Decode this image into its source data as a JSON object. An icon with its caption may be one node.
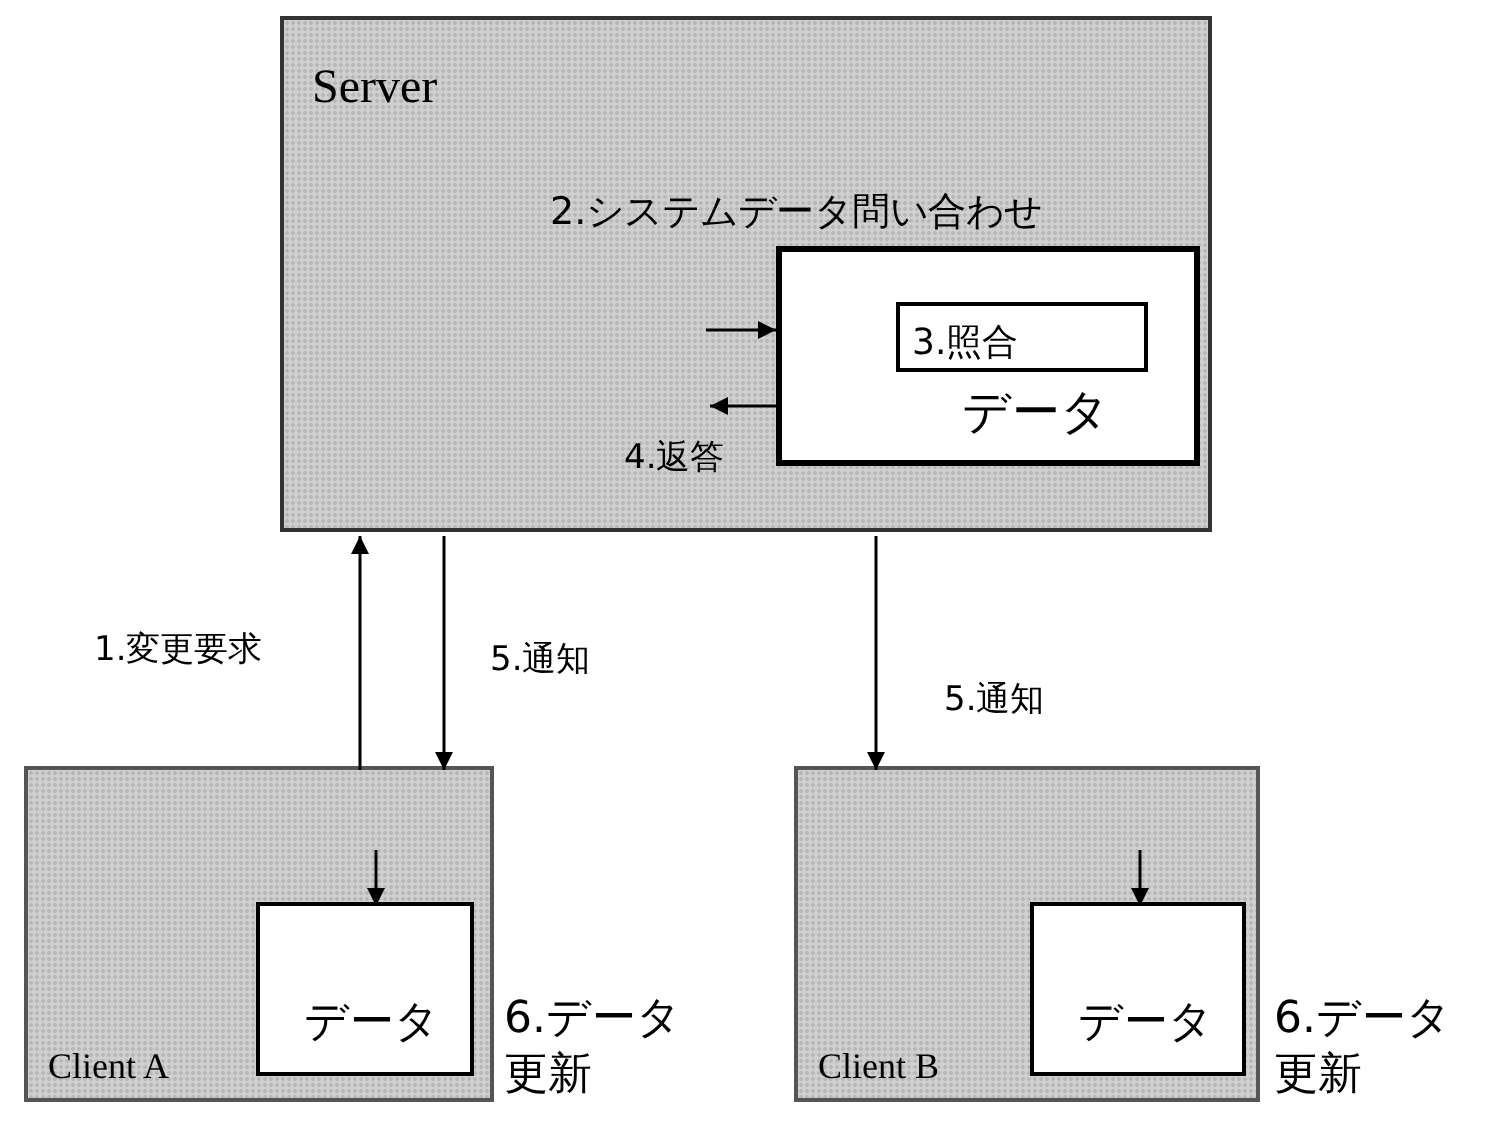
{
  "diagram": {
    "nodes": [
      {
        "text": [
          "Server"
        ]
      },
      {
        "text": [
          "データ"
        ],
        "in": 0
      },
      {
        "text": [
          "3.照合"
        ],
        "in": 1
      },
      {
        "text": [
          "Client A"
        ],
        "beside": [
          "6.データ更新"
        ]
      },
      {
        "text": [
          "データ"
        ],
        "in": 3
      },
      {
        "text": [
          "Client B"
        ],
        "beside": [
          "6.データ更新"
        ]
      },
      {
        "text": [
          "データ"
        ],
        "in": 5
      }
    ],
    "edges": [
      {
        "from": 3,
        "to": 0,
        "arrow": "to",
        "label": "1.変更要求"
      },
      {
        "from": 0,
        "to": 3,
        "arrow": "to",
        "label": "5.通知"
      },
      {
        "from": 0,
        "to": 5,
        "arrow": "to",
        "label": "5.通知"
      },
      {
        "from": null,
        "to": 1,
        "arrow": "to",
        "label": "2.システムデータ問い合わせ"
      },
      {
        "from": 1,
        "to": null,
        "arrow": "to",
        "label": "4.返答"
      },
      {
        "from": null,
        "to": 4,
        "arrow": "to"
      },
      {
        "from": null,
        "to": 6,
        "arrow": "to"
      }
    ]
  }
}
